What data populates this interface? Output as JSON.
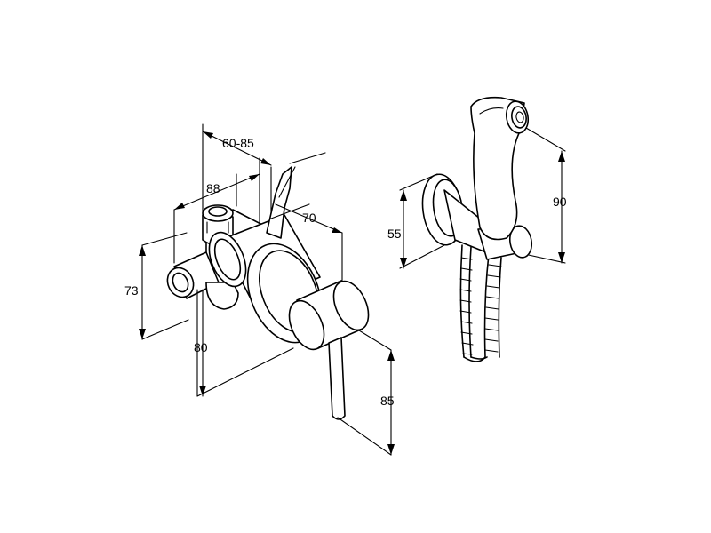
{
  "dimensions": {
    "d_60_85": "60-85",
    "d_88": "88",
    "d_70": "70",
    "d_73": "73",
    "d_80": "80",
    "d_85": "85",
    "d_55": "55",
    "d_90": "90"
  }
}
